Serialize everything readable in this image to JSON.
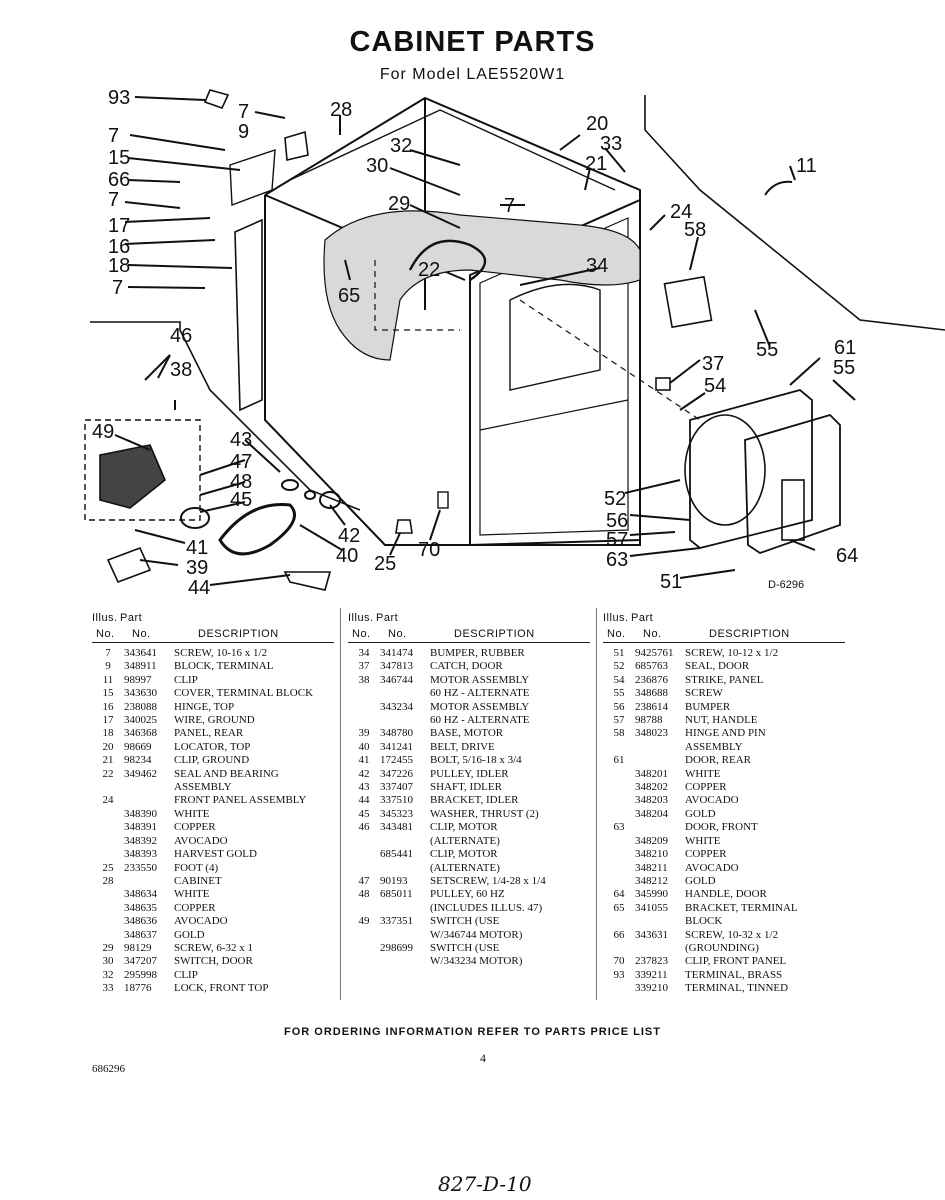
{
  "header": {
    "title": "CABINET PARTS",
    "subtitle": "For Model LAE5520W1"
  },
  "diagram": {
    "code": "D-6296",
    "callouts": [
      "93",
      "7",
      "9",
      "28",
      "20",
      "33",
      "21",
      "11",
      "7",
      "15",
      "66",
      "7",
      "17",
      "16",
      "18",
      "7",
      "32",
      "30",
      "29",
      "7",
      "22",
      "34",
      "65",
      "24",
      "58",
      "55",
      "46",
      "38",
      "61",
      "55",
      "37",
      "54",
      "49",
      "43",
      "47",
      "48",
      "45",
      "42",
      "40",
      "25",
      "70",
      "41",
      "39",
      "44",
      "52",
      "56",
      "57",
      "63",
      "64",
      "51"
    ]
  },
  "table": {
    "head": {
      "illus": "Illus.",
      "part": "Part",
      "no": "No.",
      "desc": "DESCRIPTION"
    },
    "columns": [
      [
        {
          "i": "7",
          "p": "343641",
          "d": "SCREW, 10-16 x 1/2"
        },
        {
          "i": "9",
          "p": "348911",
          "d": "BLOCK, TERMINAL"
        },
        {
          "i": "11",
          "p": "98997",
          "d": "CLIP"
        },
        {
          "i": "15",
          "p": "343630",
          "d": "COVER, TERMINAL BLOCK"
        },
        {
          "i": "16",
          "p": "238088",
          "d": "HINGE, TOP"
        },
        {
          "i": "17",
          "p": "340025",
          "d": "WIRE, GROUND"
        },
        {
          "i": "18",
          "p": "346368",
          "d": "PANEL, REAR"
        },
        {
          "i": "20",
          "p": "98669",
          "d": "LOCATOR, TOP"
        },
        {
          "i": "21",
          "p": "98234",
          "d": "CLIP, GROUND"
        },
        {
          "i": "22",
          "p": "349462",
          "d": "SEAL AND BEARING"
        },
        {
          "i": "",
          "p": "",
          "d": "ASSEMBLY"
        },
        {
          "i": "24",
          "p": "",
          "d": "FRONT PANEL ASSEMBLY"
        },
        {
          "i": "",
          "p": "348390",
          "d": "WHITE"
        },
        {
          "i": "",
          "p": "348391",
          "d": "COPPER"
        },
        {
          "i": "",
          "p": "348392",
          "d": "AVOCADO"
        },
        {
          "i": "",
          "p": "348393",
          "d": "HARVEST GOLD"
        },
        {
          "i": "25",
          "p": "233550",
          "d": "FOOT (4)"
        },
        {
          "i": "28",
          "p": "",
          "d": "CABINET"
        },
        {
          "i": "",
          "p": "348634",
          "d": "WHITE"
        },
        {
          "i": "",
          "p": "348635",
          "d": "COPPER"
        },
        {
          "i": "",
          "p": "348636",
          "d": "AVOCADO"
        },
        {
          "i": "",
          "p": "348637",
          "d": "GOLD"
        },
        {
          "i": "29",
          "p": "98129",
          "d": "SCREW, 6-32 x 1"
        },
        {
          "i": "30",
          "p": "347207",
          "d": "SWITCH, DOOR"
        },
        {
          "i": "32",
          "p": "295998",
          "d": "CLIP"
        },
        {
          "i": "33",
          "p": "18776",
          "d": "LOCK, FRONT TOP"
        }
      ],
      [
        {
          "i": "34",
          "p": "341474",
          "d": "BUMPER, RUBBER"
        },
        {
          "i": "37",
          "p": "347813",
          "d": "CATCH, DOOR"
        },
        {
          "i": "38",
          "p": "346744",
          "d": "MOTOR ASSEMBLY"
        },
        {
          "i": "",
          "p": "",
          "d": "60 HZ - ALTERNATE"
        },
        {
          "i": "",
          "p": "343234",
          "d": "MOTOR ASSEMBLY"
        },
        {
          "i": "",
          "p": "",
          "d": "60 HZ - ALTERNATE"
        },
        {
          "i": "39",
          "p": "348780",
          "d": "BASE, MOTOR"
        },
        {
          "i": "40",
          "p": "341241",
          "d": "BELT, DRIVE"
        },
        {
          "i": "41",
          "p": "172455",
          "d": "BOLT, 5/16-18 x 3/4"
        },
        {
          "i": "42",
          "p": "347226",
          "d": "PULLEY, IDLER"
        },
        {
          "i": "43",
          "p": "337407",
          "d": "SHAFT, IDLER"
        },
        {
          "i": "44",
          "p": "337510",
          "d": "BRACKET, IDLER"
        },
        {
          "i": "45",
          "p": "345323",
          "d": "WASHER, THRUST (2)"
        },
        {
          "i": "46",
          "p": "343481",
          "d": "CLIP, MOTOR"
        },
        {
          "i": "",
          "p": "",
          "d": "(ALTERNATE)"
        },
        {
          "i": "",
          "p": "685441",
          "d": "CLIP, MOTOR"
        },
        {
          "i": "",
          "p": "",
          "d": "(ALTERNATE)"
        },
        {
          "i": "47",
          "p": "90193",
          "d": "SETSCREW, 1/4-28 x 1/4"
        },
        {
          "i": "48",
          "p": "685011",
          "d": "PULLEY, 60 HZ"
        },
        {
          "i": "",
          "p": "",
          "d": "(INCLUDES ILLUS. 47)"
        },
        {
          "i": "49",
          "p": "337351",
          "d": "SWITCH (USE"
        },
        {
          "i": "",
          "p": "",
          "d": "W/346744 MOTOR)"
        },
        {
          "i": "",
          "p": "298699",
          "d": "SWITCH (USE"
        },
        {
          "i": "",
          "p": "",
          "d": "W/343234 MOTOR)"
        }
      ],
      [
        {
          "i": "51",
          "p": "9425761",
          "d": "SCREW, 10-12 x 1/2"
        },
        {
          "i": "52",
          "p": "685763",
          "d": "SEAL, DOOR"
        },
        {
          "i": "54",
          "p": "236876",
          "d": "STRIKE, PANEL"
        },
        {
          "i": "55",
          "p": "348688",
          "d": "SCREW"
        },
        {
          "i": "56",
          "p": "238614",
          "d": "BUMPER"
        },
        {
          "i": "57",
          "p": "98788",
          "d": "NUT, HANDLE"
        },
        {
          "i": "58",
          "p": "348023",
          "d": "HINGE AND PIN"
        },
        {
          "i": "",
          "p": "",
          "d": "ASSEMBLY"
        },
        {
          "i": "61",
          "p": "",
          "d": "DOOR, REAR"
        },
        {
          "i": "",
          "p": "348201",
          "d": "WHITE"
        },
        {
          "i": "",
          "p": "348202",
          "d": "COPPER"
        },
        {
          "i": "",
          "p": "348203",
          "d": "AVOCADO"
        },
        {
          "i": "",
          "p": "348204",
          "d": "GOLD"
        },
        {
          "i": "63",
          "p": "",
          "d": "DOOR, FRONT"
        },
        {
          "i": "",
          "p": "348209",
          "d": "WHITE"
        },
        {
          "i": "",
          "p": "348210",
          "d": "COPPER"
        },
        {
          "i": "",
          "p": "348211",
          "d": "AVOCADO"
        },
        {
          "i": "",
          "p": "348212",
          "d": "GOLD"
        },
        {
          "i": "64",
          "p": "345990",
          "d": "HANDLE, DOOR"
        },
        {
          "i": "65",
          "p": "341055",
          "d": "BRACKET, TERMINAL"
        },
        {
          "i": "",
          "p": "",
          "d": "BLOCK"
        },
        {
          "i": "66",
          "p": "343631",
          "d": "SCREW, 10-32 x 1/2"
        },
        {
          "i": "",
          "p": "",
          "d": "(GROUNDING)"
        },
        {
          "i": "70",
          "p": "237823",
          "d": "CLIP, FRONT PANEL"
        },
        {
          "i": "93",
          "p": "339211",
          "d": "TERMINAL, BRASS"
        },
        {
          "i": "",
          "p": "339210",
          "d": "TERMINAL, TINNED"
        }
      ]
    ]
  },
  "footer": {
    "ordering_note": "FOR ORDERING INFORMATION REFER TO PARTS PRICE LIST",
    "page_number": "4",
    "doc_number": "686296",
    "handwritten": "827-D-10"
  }
}
